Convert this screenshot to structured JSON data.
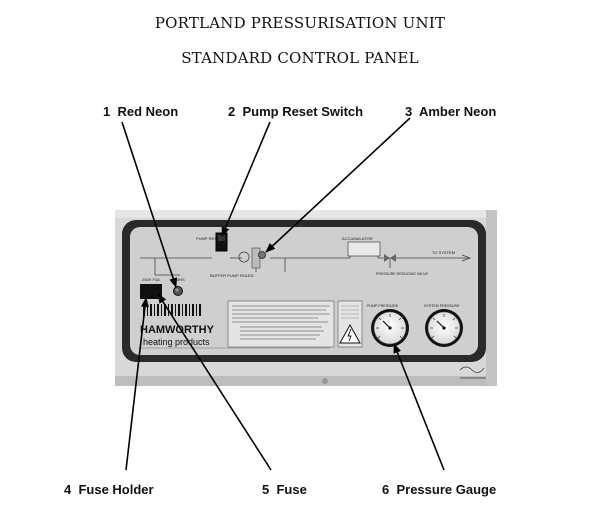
{
  "header": {
    "title": "PORTLAND PRESSURISATION UNIT",
    "subtitle": "STANDARD CONTROL PANEL"
  },
  "callouts": [
    {
      "num": "1",
      "label": "Red Neon"
    },
    {
      "num": "2",
      "label": "Pump Reset Switch"
    },
    {
      "num": "3",
      "label": "Amber Neon"
    },
    {
      "num": "4",
      "label": "Fuse Holder"
    },
    {
      "num": "5",
      "label": "Fuse"
    },
    {
      "num": "6",
      "label": "Pressure Gauge"
    }
  ],
  "panel": {
    "brand_name": "HAMWORTHY",
    "brand_tagline": "heating products",
    "labels": {
      "pump_reset": "PUMP RESET",
      "buffer_vessel": "BUFFER PUMP FAILED",
      "accumulator": "ACCUMULATOR",
      "prv": "PRESSURE REDUCING VALVE",
      "to_system": "TO SYSTEM",
      "fuse": "250V F3A",
      "neon": "MAINS",
      "gauge_left": "PUMP PRESSURE",
      "gauge_right": "SYSTEM PRESSURE"
    }
  },
  "colors": {
    "panel_body": "#d6d6d6",
    "panel_face": "#c8c8c8",
    "panel_border": "#2a2a2a",
    "leader_line": "#000000"
  }
}
